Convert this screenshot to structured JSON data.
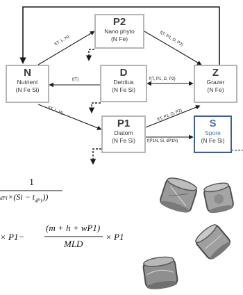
{
  "nodes": {
    "p2": {
      "id": "P2",
      "name": "Nano phyto",
      "elements": "(N Fe)"
    },
    "n": {
      "id": "N",
      "name": "Nutrient",
      "elements": "(N Fe Si)"
    },
    "d": {
      "id": "D",
      "name": "Detritus",
      "elements": "(N Fe Si)"
    },
    "z": {
      "id": "Z",
      "name": "Grazer",
      "elements": "(N Fe)"
    },
    "p1": {
      "id": "P1",
      "name": "Diatom",
      "elements": "(N Fe Si)"
    },
    "s": {
      "id": "S",
      "name": "Spore",
      "elements": "(N Fe Si)"
    }
  },
  "edges": {
    "n_to_p2": "f(T, L, N)",
    "p2_to_z": "f(T, P1, D, P2)",
    "d_to_n": "f(T)",
    "d_to_z": "f(T, P1, D, P2)",
    "n_to_p1": "f(T, L, N)",
    "p1_to_z": "f(T, P1, D, P2)",
    "p1_to_s": "f(P1N, Si, dP1N)"
  },
  "equations": {
    "eq1_numerator": "1",
    "eq1_denominator": "dP1×(Si − t",
    "eq1_denominator_sub": "dP1",
    "eq1_denominator_end": "))",
    "eq2_left": "× P1−",
    "eq2_numerator": "(m + h + wP1)",
    "eq2_denominator": "MLD",
    "eq2_right": "× P1"
  },
  "colors": {
    "box_border": "#b5b5b5",
    "spore_border": "#3f5f8f",
    "spore_text": "#4a6fae",
    "arrow": "#1a1a1a"
  }
}
